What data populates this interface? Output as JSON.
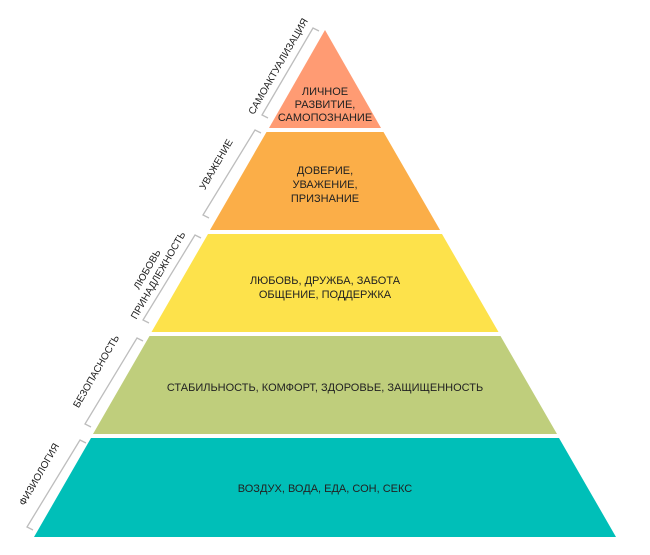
{
  "tiers": [
    {
      "side_label": [
        "САМОАКТУАЛИЗАЦИЯ"
      ],
      "lines": [
        "ЛИЧНОЕ",
        "РАЗВИТИЕ,",
        "САМОПОЗНАНИЕ"
      ],
      "color": "#FF9B73"
    },
    {
      "side_label": [
        "УВАЖЕНИЕ"
      ],
      "lines": [
        "ДОВЕРИЕ,",
        "УВАЖЕНИЕ,",
        "ПРИЗНАНИЕ"
      ],
      "color": "#FBAE48"
    },
    {
      "side_label": [
        "ЛЮБОВЬ",
        "ПРИНАДЛЕЖНОСТЬ"
      ],
      "lines": [
        "ЛЮБОВЬ, ДРУЖБА, ЗАБОТА",
        "ОБЩЕНИЕ, ПОДДЕРЖКА"
      ],
      "color": "#FDE24B"
    },
    {
      "side_label": [
        "БЕЗОПАСНОСТЬ"
      ],
      "lines": [
        "СТАБИЛЬНОСТЬ, КОМФОРТ, ЗДОРОВЬЕ, ЗАЩИЩЕННОСТЬ"
      ],
      "color": "#BFCE7C"
    },
    {
      "side_label": [
        "ФИЗИОЛОГИЯ"
      ],
      "lines": [
        "ВОЗДУХ, ВОДА, ЕДА, СОН, СЕКС"
      ],
      "color": "#00BFB8"
    }
  ]
}
